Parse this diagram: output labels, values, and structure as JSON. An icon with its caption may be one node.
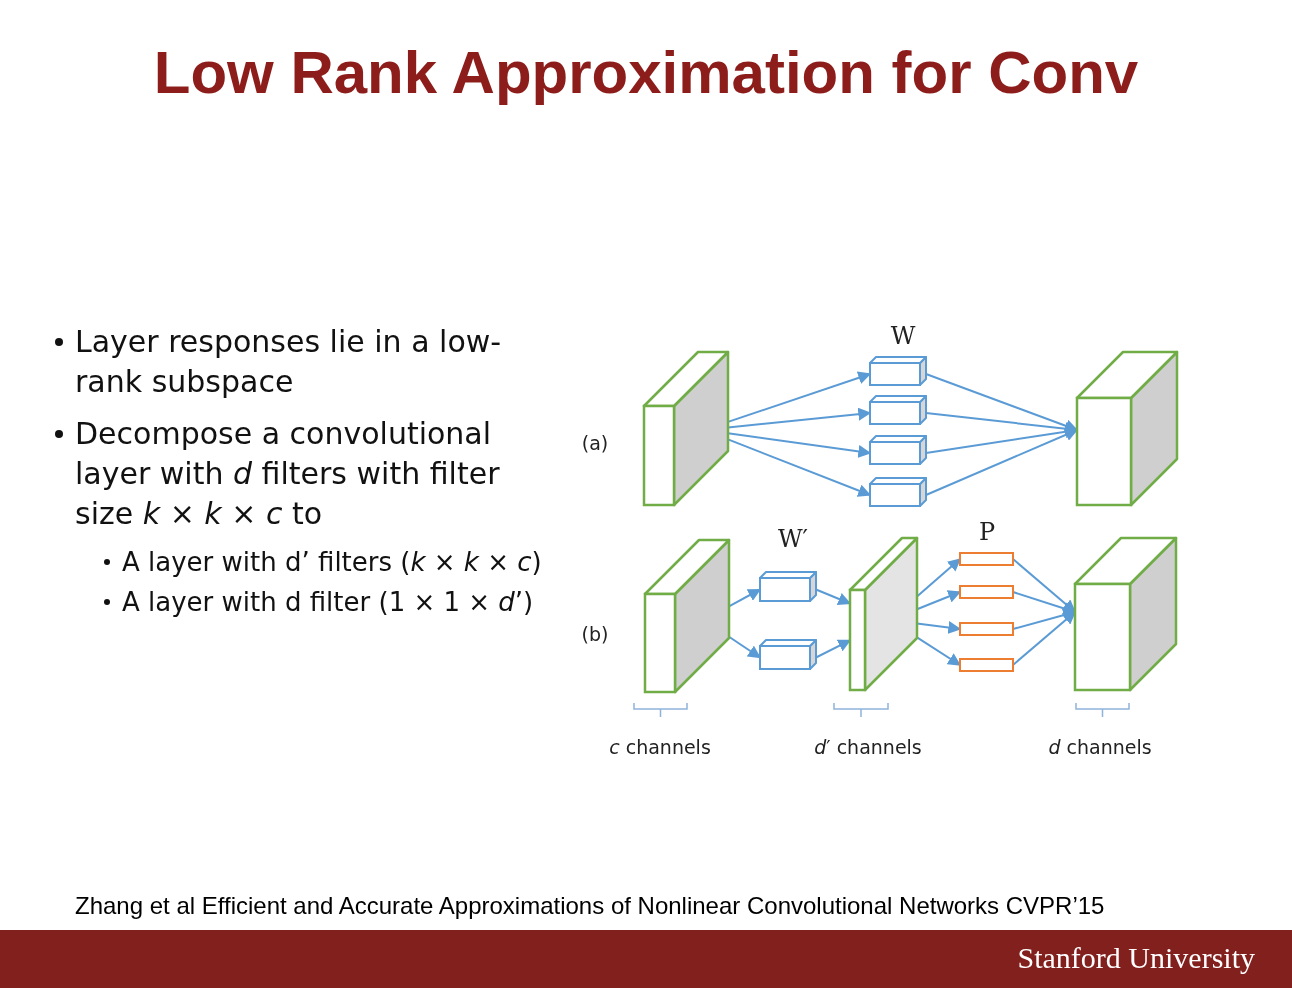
{
  "diagram": {
    "title": "Low Rank Approximation for Conv",
    "nodes": [
      {
        "text": [],
        "shape": "box"
      },
      {
        "text": [],
        "shape": "box"
      },
      {
        "text": [],
        "shape": "box"
      },
      {
        "text": [],
        "shape": "box"
      },
      {
        "text": [],
        "shape": "box"
      },
      {
        "text": [],
        "shape": "box"
      },
      {
        "text": [],
        "shape": "box"
      },
      {
        "text": [],
        "shape": "box"
      },
      {
        "text": [],
        "shape": "box"
      },
      {
        "text": [],
        "shape": "box"
      },
      {
        "text": [],
        "shape": "box"
      },
      {
        "text": [],
        "shape": "box"
      },
      {
        "text": [],
        "shape": "box"
      },
      {
        "text": [],
        "shape": "box"
      },
      {
        "text": [],
        "shape": "box"
      }
    ],
    "edges": [
      {
        "from": 0,
        "to": 1,
        "arrow": "to"
      },
      {
        "from": 0,
        "to": 2,
        "arrow": "to"
      },
      {
        "from": 0,
        "to": 3,
        "arrow": "to"
      },
      {
        "from": 0,
        "to": 4,
        "arrow": "to"
      },
      {
        "from": 1,
        "to": 5,
        "arrow": "to"
      },
      {
        "from": 2,
        "to": 5,
        "arrow": "to"
      },
      {
        "from": 3,
        "to": 5,
        "arrow": "to"
      },
      {
        "from": 4,
        "to": 5,
        "arrow": "to"
      },
      {
        "from": 6,
        "to": 7,
        "arrow": "to"
      },
      {
        "from": 6,
        "to": 8,
        "arrow": "to"
      },
      {
        "from": 7,
        "to": 9,
        "arrow": "to"
      },
      {
        "from": 8,
        "to": 9,
        "arrow": "to"
      },
      {
        "from": 9,
        "to": 10,
        "arrow": "to"
      },
      {
        "from": 9,
        "to": 11,
        "arrow": "to"
      },
      {
        "from": 9,
        "to": 12,
        "arrow": "to"
      },
      {
        "from": 9,
        "to": 13,
        "arrow": "to"
      },
      {
        "from": 10,
        "to": 14,
        "arrow": "to"
      },
      {
        "from": 11,
        "to": 14,
        "arrow": "to"
      },
      {
        "from": 12,
        "to": 14,
        "arrow": "to"
      },
      {
        "from": 13,
        "to": 14,
        "arrow": "to"
      }
    ],
    "labels": [
      "Layer responses lie in a low-rank subspace",
      "Decompose a convolutional layer with *d* filters with filter size *k* × *k* × *c* to",
      "A layer with d’ filters (*k* × *k* × *c*)",
      "A layer with d filter (1 × 1 × *d*’)",
      "W",
      "(a)",
      "W′",
      "P",
      "(b)",
      "*c* channels",
      "*d*′ channels",
      "*d* channels",
      "Zhang et al Efficient and Accurate Approximations of Nonlinear Convolutional Networks CVPR’15",
      "Stanford University"
    ]
  }
}
